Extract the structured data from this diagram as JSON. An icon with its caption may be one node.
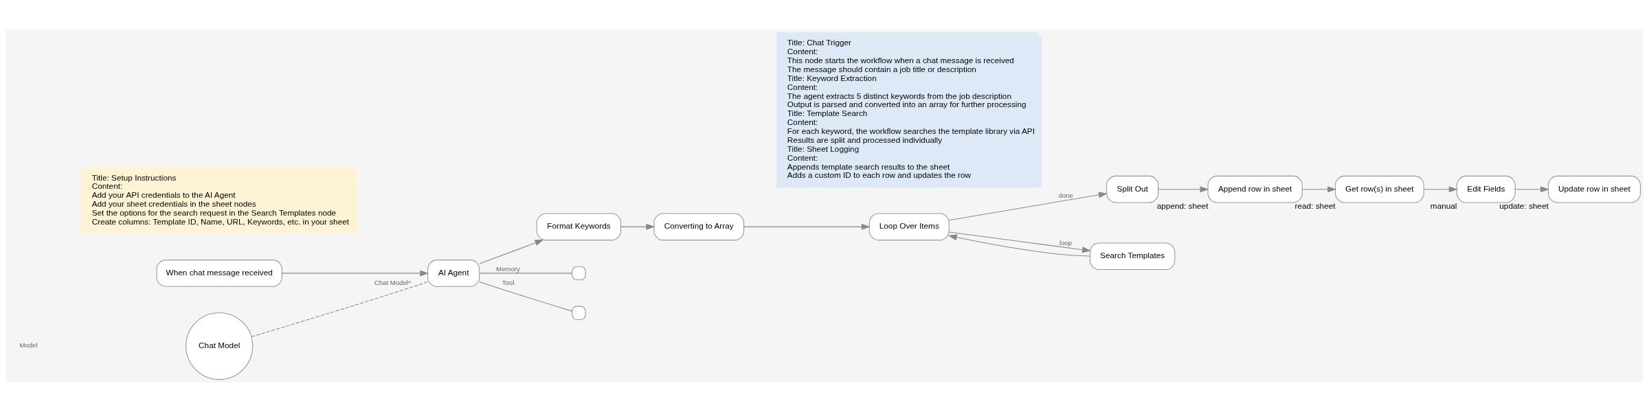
{
  "diagram": {
    "nodes": [
      {
        "text": [
          "Title: Setup Instructions",
          "Content:",
          "Add your API credentials to the AI Agent",
          "Add your sheet credentials in the sheet nodes",
          "Set the options for the search request in the Search Templates node",
          "Create columns: Template ID, Name, URL, Keywords, etc. in your sheet"
        ]
      },
      {
        "text": [
          "Title: Chat Trigger",
          "Content:",
          "This node starts the workflow when a chat message is received",
          "The message should contain a job title or description",
          "Title: Keyword Extraction",
          "Content:",
          "The agent extracts 5 distinct keywords from the job description",
          "Output is parsed and converted into an array for further processing",
          "Title: Template Search",
          "Content:",
          "For each keyword, the workflow searches the template library via API",
          "Results are split and processed individually",
          "Title: Sheet Logging",
          "Content:",
          "Appends template search results to the sheet",
          "Adds a custom ID to each row and updates the row"
        ]
      },
      {
        "text": [
          "When chat message received"
        ]
      },
      {
        "text": [
          "AI Agent"
        ]
      },
      {
        "text": [
          "Chat Model"
        ]
      },
      {
        "text": [
          "Format Keywords"
        ]
      },
      {
        "text": [
          "Converting to Array"
        ]
      },
      {
        "text": [
          "Loop Over Items"
        ]
      },
      {
        "text": [
          "Split Out"
        ]
      },
      {
        "text": [
          "Search Templates"
        ]
      },
      {
        "text": [
          "Append row in sheet"
        ],
        "beside": [
          "append: sheet"
        ]
      },
      {
        "text": [
          "Get row(s) in sheet"
        ],
        "beside": [
          "read: sheet"
        ]
      },
      {
        "text": [
          "Edit Fields"
        ],
        "beside": [
          "manual"
        ]
      },
      {
        "text": [
          "Update row in sheet"
        ],
        "beside": [
          "update: sheet"
        ]
      },
      {
        "text": [],
        "shape": "box"
      },
      {
        "text": [],
        "shape": "box"
      }
    ],
    "edges": [
      {
        "from": 2,
        "to": 3,
        "arrow": "to"
      },
      {
        "from": 4,
        "to": 3,
        "arrow": "none",
        "label": "Chat Model*",
        "style": "dashed"
      },
      {
        "from": 3,
        "to": 14,
        "arrow": "none",
        "label": "Memory"
      },
      {
        "from": 3,
        "to": 15,
        "arrow": "none",
        "label": "Tool"
      },
      {
        "from": 3,
        "to": 5,
        "arrow": "to"
      },
      {
        "from": 5,
        "to": 6,
        "arrow": "to"
      },
      {
        "from": 6,
        "to": 7,
        "arrow": "to"
      },
      {
        "from": 7,
        "to": 8,
        "arrow": "to",
        "label": "done"
      },
      {
        "from": 7,
        "to": 9,
        "arrow": "to",
        "label": "loop"
      },
      {
        "from": 9,
        "to": 7,
        "arrow": "to"
      },
      {
        "from": 8,
        "to": 10,
        "arrow": "to"
      },
      {
        "from": 10,
        "to": 11,
        "arrow": "to"
      },
      {
        "from": 11,
        "to": 12,
        "arrow": "to"
      },
      {
        "from": 12,
        "to": 13,
        "arrow": "to"
      }
    ],
    "labels": [
      "Model"
    ]
  }
}
